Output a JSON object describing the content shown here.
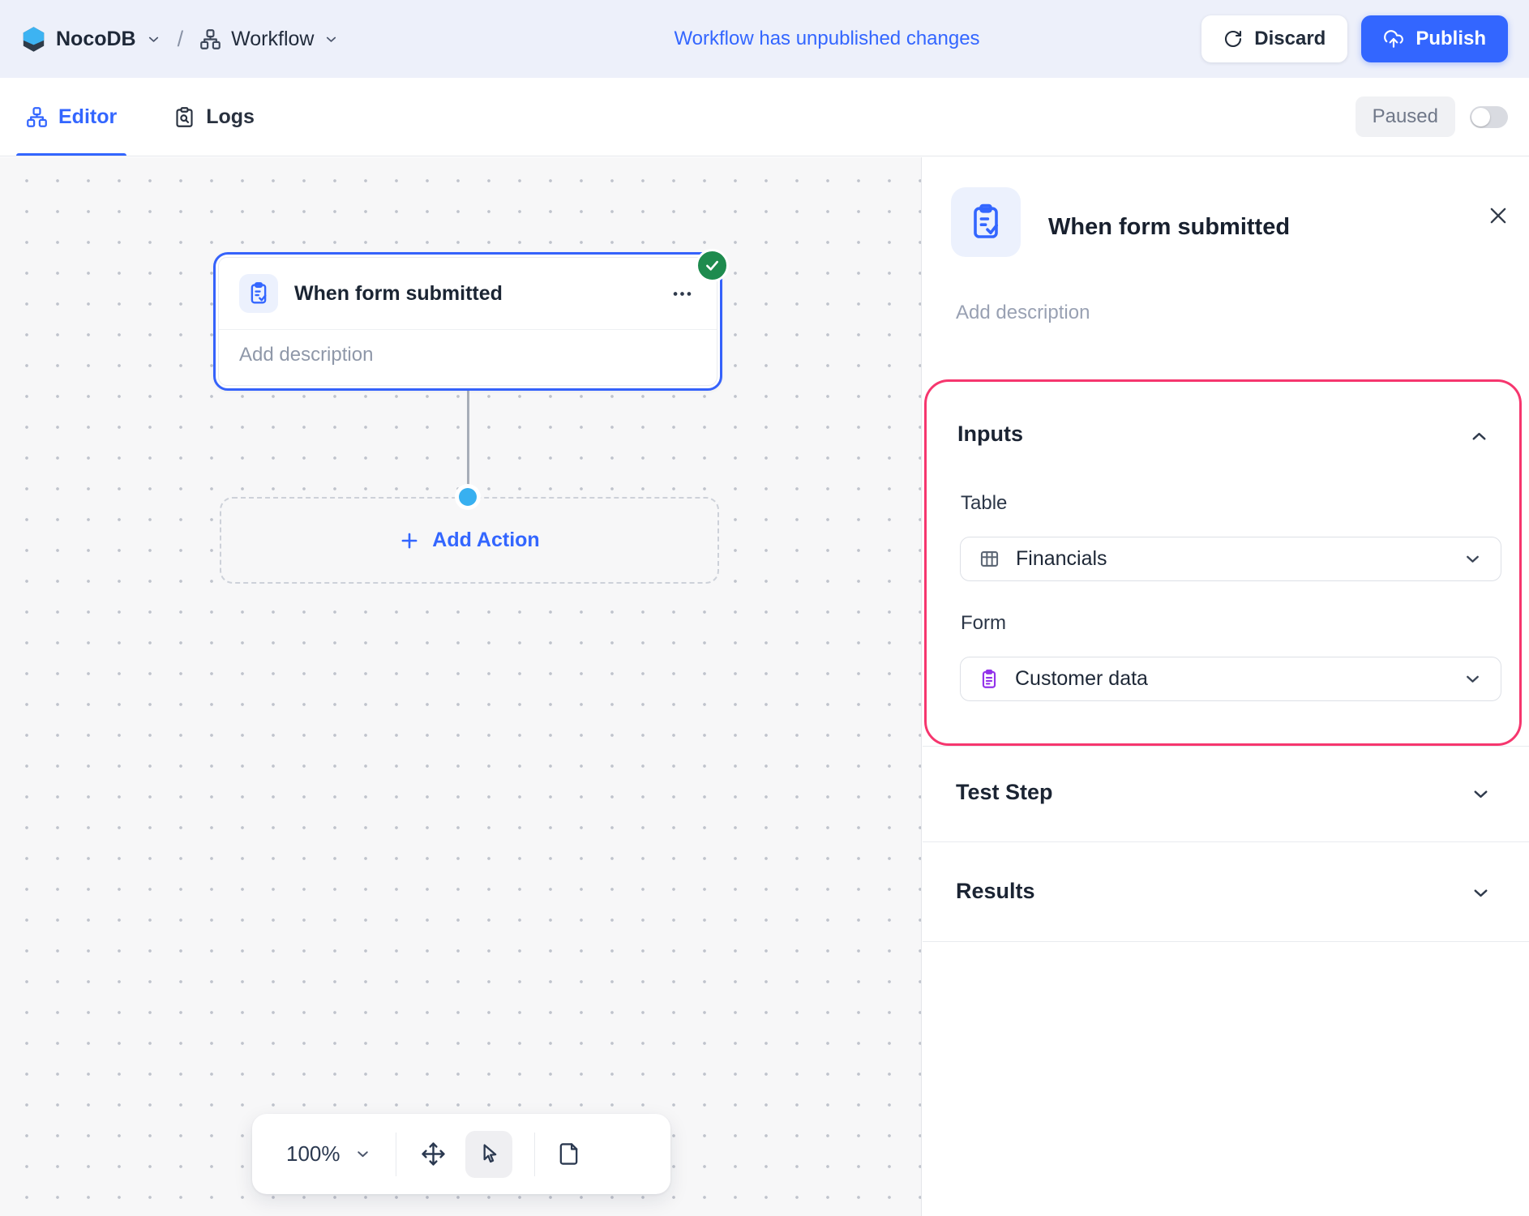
{
  "header": {
    "brand": "NocoDB",
    "separator": "/",
    "workflow_name": "Workflow",
    "status_message": "Workflow has unpublished changes",
    "discard_label": "Discard",
    "publish_label": "Publish"
  },
  "tabbar": {
    "editor_label": "Editor",
    "logs_label": "Logs",
    "paused_label": "Paused",
    "paused_state": "off"
  },
  "canvas": {
    "trigger_node": {
      "title": "When form submitted",
      "description_placeholder": "Add description",
      "status": "success"
    },
    "add_action_label": "Add Action",
    "toolbar": {
      "zoom_level": "100%",
      "active_tool": "select"
    }
  },
  "panel": {
    "title": "When form submitted",
    "description_placeholder": "Add description",
    "inputs_section": {
      "title": "Inputs",
      "table_label": "Table",
      "table_value": "Financials",
      "form_label": "Form",
      "form_value": "Customer data"
    },
    "test_step_section": {
      "title": "Test Step"
    },
    "results_section": {
      "title": "Results"
    }
  },
  "icons": {
    "brand_logo": "hexagon-cube",
    "workflow": "org-chart",
    "logs": "clipboard-search",
    "discard": "rotate-cw",
    "publish": "cloud-upload",
    "trigger_node": "clipboard-check",
    "node_status": "check-circle",
    "table": "table-grid",
    "form": "clipboard-list",
    "canvas_tools": [
      "zoom-chevron",
      "move",
      "cursor",
      "file"
    ]
  },
  "colors": {
    "accent": "#3366FF",
    "highlight": "#F6366E",
    "success": "#1E8B4E",
    "connector-dot": "#38B0F0",
    "topbar-bg": "#EDF0FA",
    "canvas-bg": "#F7F7F8"
  }
}
